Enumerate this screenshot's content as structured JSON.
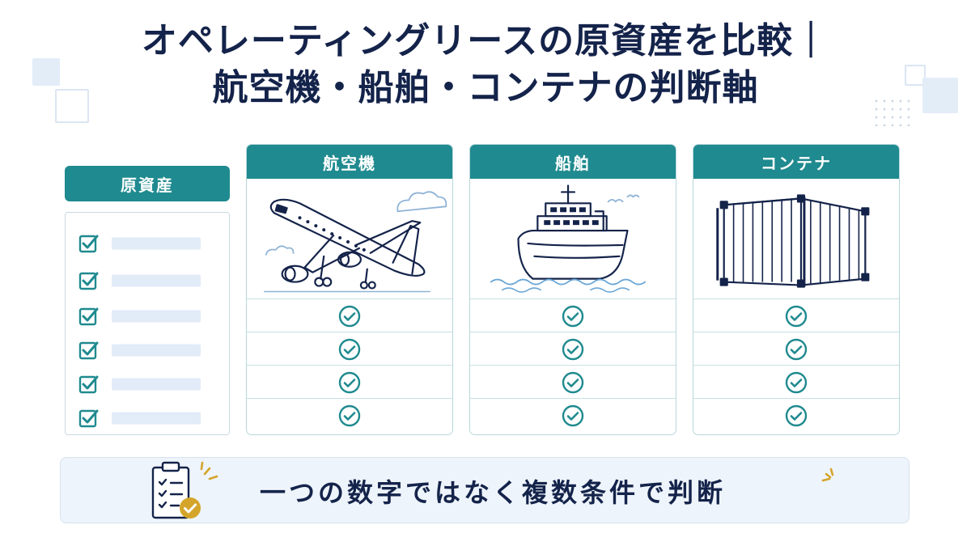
{
  "title": {
    "line1": "オペレーティングリースの原資産を比較｜",
    "line2": "航空機・船舶・コンテナの判断軸"
  },
  "attributes": {
    "header": "原資産",
    "row_count": 6
  },
  "assets": [
    {
      "name": "航空機",
      "icon": "airplane-icon"
    },
    {
      "name": "船舶",
      "icon": "ship-icon"
    },
    {
      "name": "コンテナ",
      "icon": "container-icon"
    }
  ],
  "checks_per_asset": 4,
  "footer": {
    "text": "一つの数字ではなく複数条件で判断",
    "icon": "clipboard-check-icon"
  },
  "colors": {
    "navy": "#14234a",
    "teal": "#1f8a8f",
    "gold": "#d4a52a",
    "light_blue": "#e2ebf8"
  }
}
